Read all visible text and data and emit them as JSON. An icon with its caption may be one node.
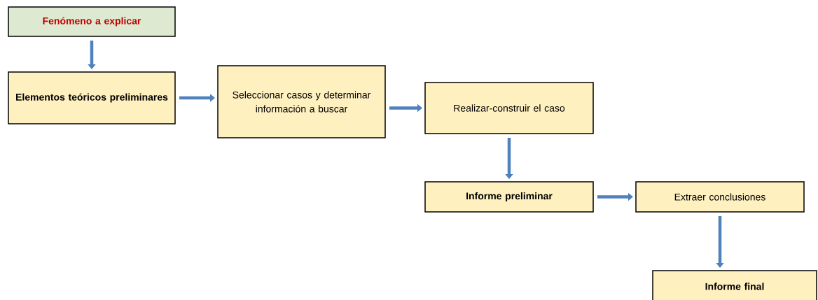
{
  "diagram": {
    "nodes": [
      {
        "text": [
          "Fenómeno a explicar"
        ]
      },
      {
        "text": [
          "Elementos teóricos preliminares"
        ]
      },
      {
        "text": [
          "Seleccionar casos y determinar información a buscar"
        ]
      },
      {
        "text": [
          "Realizar-construir el caso"
        ]
      },
      {
        "text": [
          "Informe preliminar"
        ]
      },
      {
        "text": [
          "Extraer conclusiones"
        ]
      },
      {
        "text": [
          "Informe final"
        ]
      }
    ],
    "edges": [
      {
        "from": 0,
        "to": 1,
        "arrow": "to"
      },
      {
        "from": 1,
        "to": 2,
        "arrow": "to"
      },
      {
        "from": 2,
        "to": 3,
        "arrow": "to"
      },
      {
        "from": 3,
        "to": 4,
        "arrow": "to"
      },
      {
        "from": 4,
        "to": 5,
        "arrow": "to"
      },
      {
        "from": 5,
        "to": 6,
        "arrow": "to"
      }
    ]
  }
}
